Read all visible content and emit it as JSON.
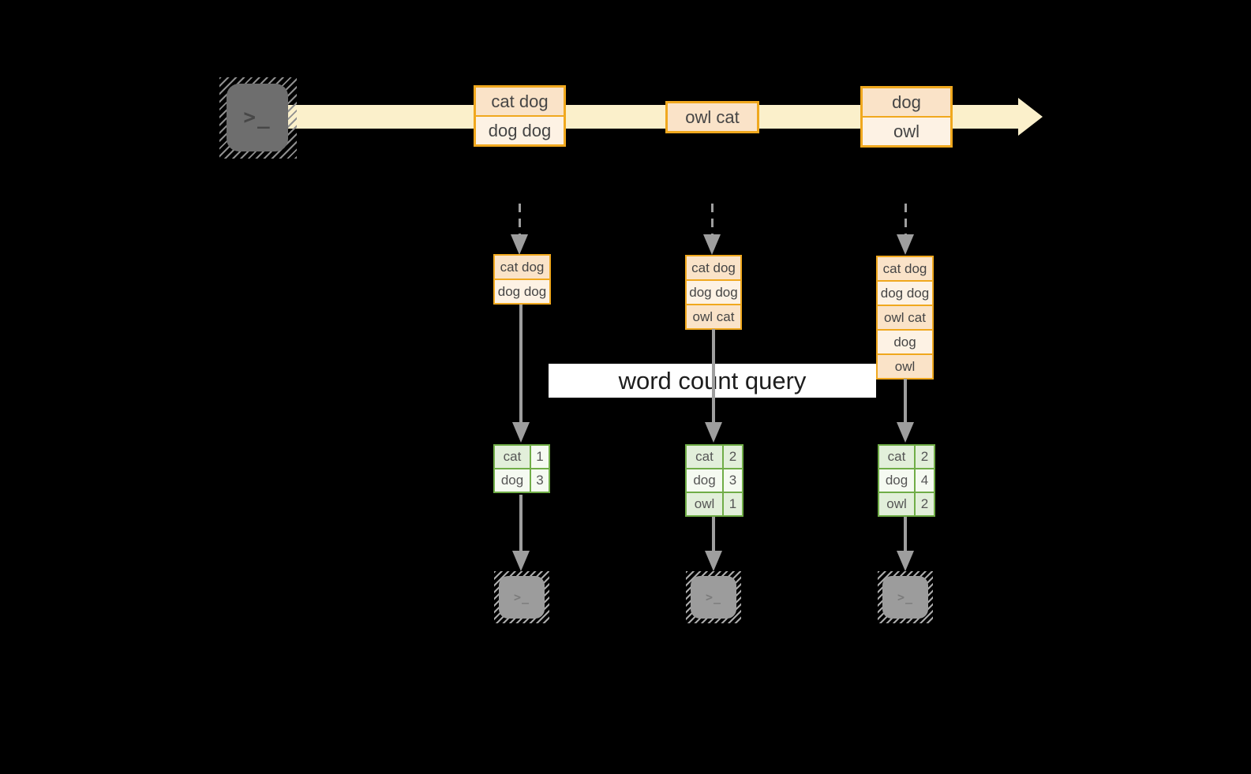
{
  "query": {
    "label": "word count query"
  },
  "source": {
    "glyph": ">_"
  },
  "timeline": {
    "events": [
      {
        "lines": [
          "cat dog",
          "dog dog"
        ]
      },
      {
        "lines": [
          "owl cat"
        ]
      },
      {
        "lines": [
          "dog",
          "owl"
        ]
      }
    ]
  },
  "snapshots": [
    {
      "state": [
        "cat dog",
        "dog dog"
      ],
      "counts": [
        [
          "cat",
          "1"
        ],
        [
          "dog",
          "3"
        ]
      ]
    },
    {
      "state": [
        "cat dog",
        "dog dog",
        "owl cat"
      ],
      "counts": [
        [
          "cat",
          "2"
        ],
        [
          "dog",
          "3"
        ],
        [
          "owl",
          "1"
        ]
      ]
    },
    {
      "state": [
        "cat dog",
        "dog dog",
        "owl cat",
        "dog",
        "owl"
      ],
      "counts": [
        [
          "cat",
          "2"
        ],
        [
          "dog",
          "4"
        ],
        [
          "owl",
          "2"
        ]
      ]
    }
  ],
  "sinks": [
    {
      "glyph": ">_"
    },
    {
      "glyph": ">_"
    },
    {
      "glyph": ">_"
    }
  ],
  "colors": {
    "background": "#000000",
    "stream_band": "#FBF0CB",
    "event_border": "#F0A81E",
    "event_fill_a": "#FAE3C8",
    "event_fill_b": "#FDF2E4",
    "table_border": "#70AD47",
    "table_fill_a": "#E2EFDA",
    "table_fill_b": "#F5FAF1",
    "arrow_gray": "#9E9E9E",
    "terminal_dark": "#6E6E6E",
    "terminal_light": "#9C9C9C"
  }
}
